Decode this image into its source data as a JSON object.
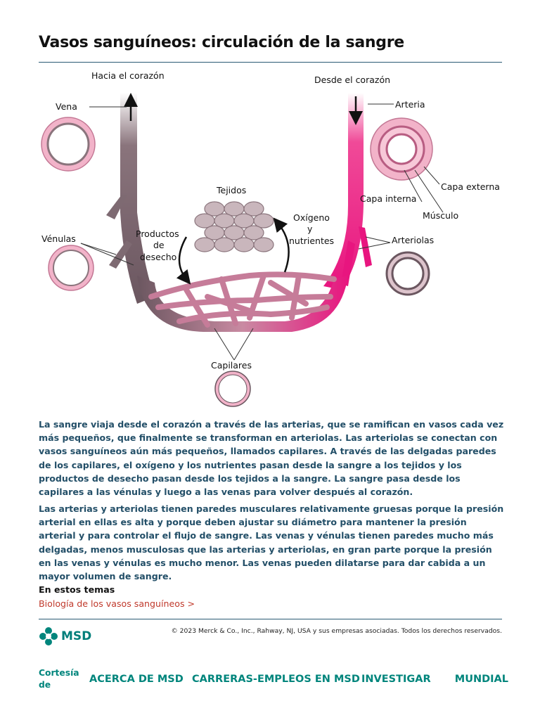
{
  "header": {
    "title": "Vasos sanguíneos: circulación de la sangre"
  },
  "figure": {
    "labels": {
      "to_heart": "Hacia el corazón",
      "from_heart": "Desde el corazón",
      "vein": "Vena",
      "artery": "Arteria",
      "outer_layer": "Capa externa",
      "inner_layer": "Capa interna",
      "muscle": "Músculo",
      "tissues": "Tejidos",
      "venules": "Vénulas",
      "arterioles": "Arteriolas",
      "waste_1": "Productos",
      "waste_2": "de",
      "waste_3": "desecho",
      "oxygen_1": "Oxígeno",
      "oxygen_2": "y",
      "oxygen_3": "nutrientes",
      "capillaries": "Capilares"
    },
    "colors": {
      "vein": "#6b5760",
      "artery": "#e8157f",
      "capillary": "#d98aa8",
      "tissue": "#c9b6bc"
    }
  },
  "body": {
    "paragraph_1": "La sangre viaja desde el corazón a través de las arterias, que se ramifican en vasos cada vez más pequeños, que finalmente se transforman en arteriolas. Las arteriolas se conectan con vasos sanguíneos aún más pequeños, llamados capilares. A través de las delgadas paredes de los capilares, el oxígeno y los nutrientes pasan desde la sangre a los tejidos y los productos de desecho pasan desde los tejidos a la sangre. La sangre pasa desde los capilares a las vénulas y luego a las venas para volver después al corazón.",
    "paragraph_2": "Las arterias y arteriolas tienen paredes musculares relativamente gruesas porque la presión arterial en ellas es alta y porque deben ajustar su diámetro para mantener la presión arterial y para controlar el flujo de sangre. Las venas y vénulas tienen paredes mucho más delgadas, menos musculosas que las arterias y arteriolas, en gran parte porque la presión en las venas y vénulas es mucho menor. Las venas pueden dilatarse para dar cabida a un mayor volumen de sangre."
  },
  "topics": {
    "title": "En estos temas",
    "link": "Biología de los vasos sanguíneos >"
  },
  "footer": {
    "logo_text": "MSD",
    "copyright": "© 2023 Merck & Co., Inc., Rahway, NJ, USA y sus empresas asociadas. Todos los derechos reservados.",
    "courtesy": "Cortesía de",
    "nav": [
      "ACERCA DE MSD",
      "CARRERAS-EMPLEOS EN MSD",
      "INVESTIGAR",
      "MUNDIAL"
    ]
  }
}
